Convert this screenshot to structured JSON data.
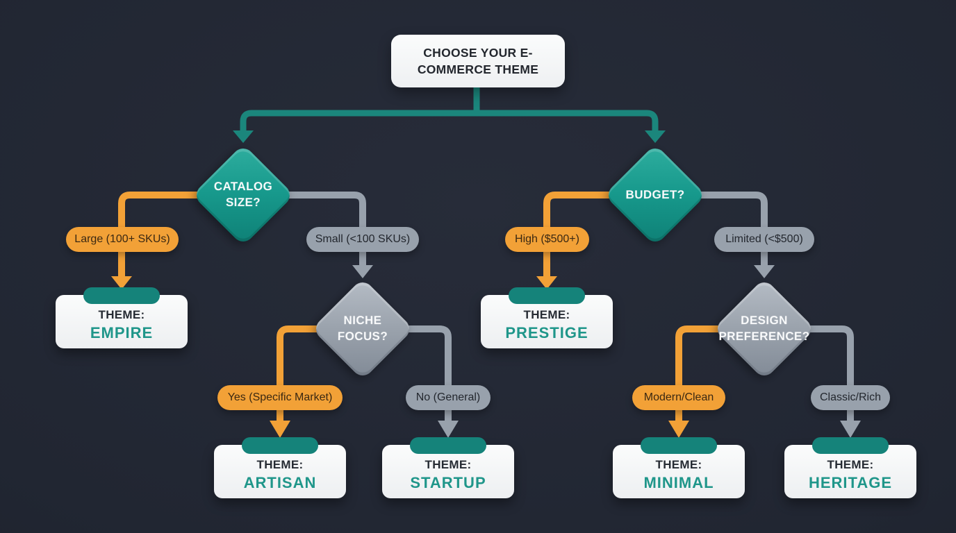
{
  "colors": {
    "background": "#212632",
    "teal": "#15978B",
    "teal_connector": "#1B867C",
    "orange": "#F2A137",
    "gray": "#98A1AC",
    "card": "#F5F6F7",
    "dark_text": "#262B34",
    "orange_text": "#3A2812",
    "theme_text": "#1F968A",
    "tab_teal": "#15837A"
  },
  "diagram": {
    "title": "CHOOSE YOUR E-COMMERCE THEME",
    "decisions": {
      "catalog_size": "CATALOG\nSIZE?",
      "budget": "BUDGET?",
      "niche_focus": "NICHE\nFOCUS?",
      "design_preference": "DESIGN\nPREFERENCE?"
    },
    "branch_labels": {
      "large": "Large (100+ SKUs)",
      "small": "Small (<100 SKUs)",
      "yes_specific": "Yes (Specific Market)",
      "no_general": "No (General)",
      "high": "High ($500+)",
      "limited": "Limited (<$500)",
      "modern": "Modern/Clean",
      "classic": "Classic/Rich"
    },
    "theme_prefix": "THEME:",
    "themes": {
      "empire": "EMPIRE",
      "artisan": "ARTISAN",
      "startup": "STARTUP",
      "prestige": "PRESTIGE",
      "minimal": "MINIMAL",
      "heritage": "HERITAGE"
    }
  }
}
